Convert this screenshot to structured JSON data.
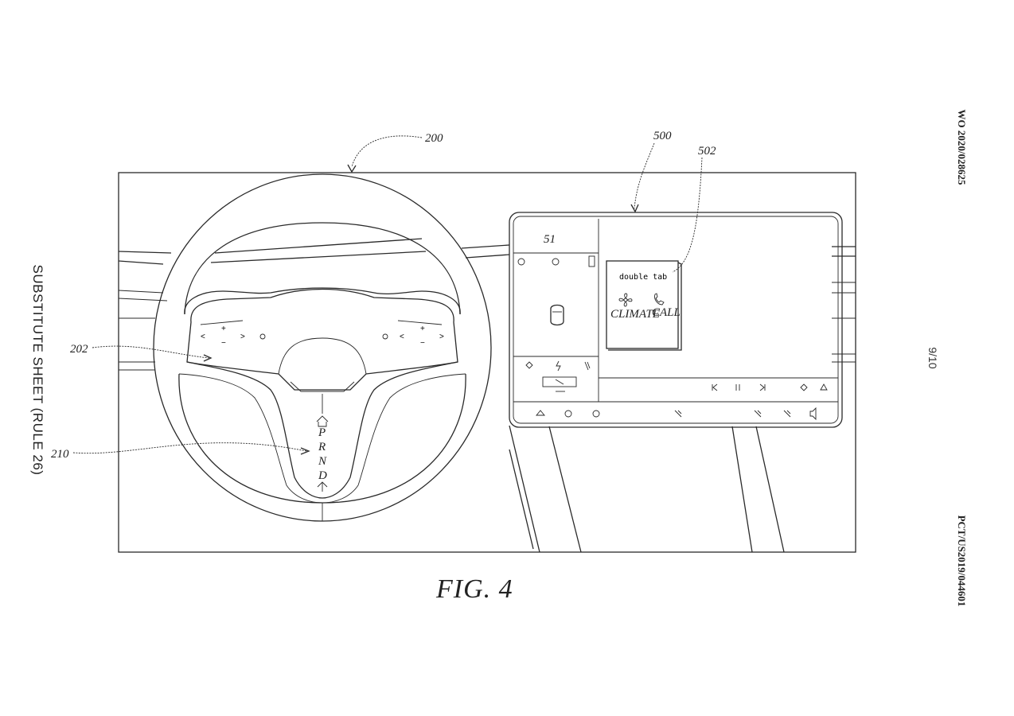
{
  "header": {
    "publication_number": "WO 2020/028625",
    "application_number": "PCT/US2019/044601",
    "page": "9/10",
    "sheet_label": "SUBSTITUTE SHEET (RULE 26)"
  },
  "figure": {
    "caption": "FIG. 4",
    "reference_numerals": {
      "steering_wheel": "200",
      "wheel_controls": "202",
      "gear_selector": "210",
      "display": "500",
      "popup": "502"
    }
  },
  "display": {
    "speed": "51",
    "popup": {
      "title": "double tab",
      "options": [
        "CLIMATE",
        "CALL"
      ]
    }
  },
  "gear_selector": {
    "gears": [
      "P",
      "R",
      "N",
      "D"
    ]
  },
  "wheel_controls": {
    "left": [
      "<",
      "+",
      ">",
      "−"
    ],
    "right": [
      "<",
      "+",
      ">",
      "−"
    ]
  }
}
